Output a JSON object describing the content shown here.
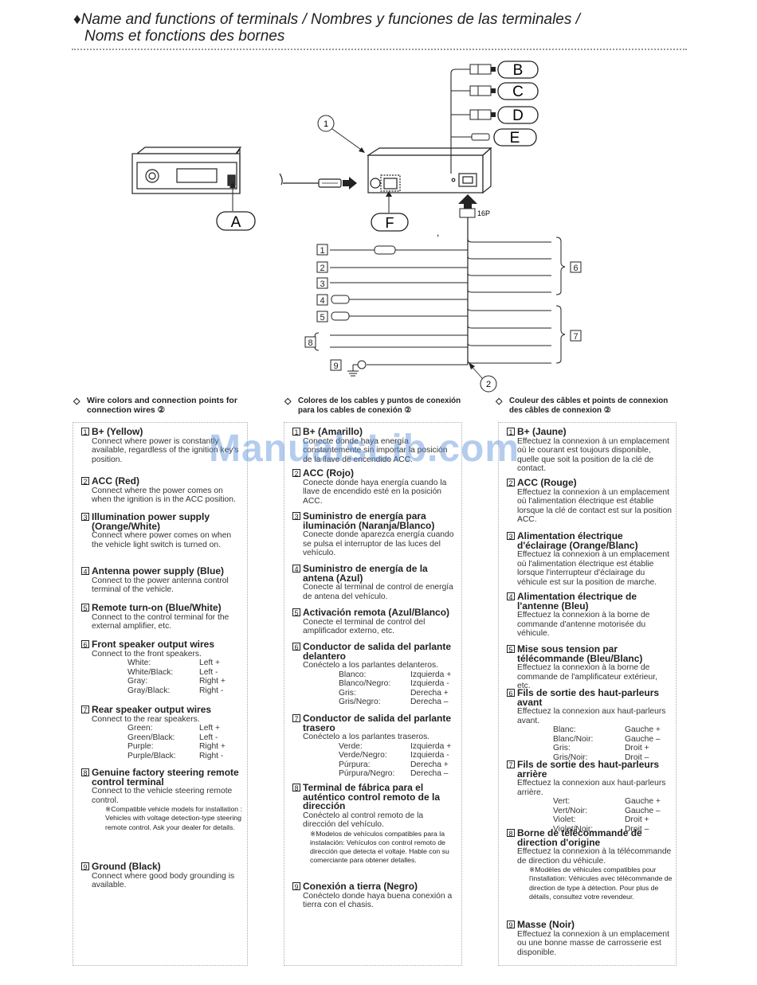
{
  "title_line1": "Name and functions of terminals / Nombres y funciones de las terminales /",
  "title_line2": "Noms et fonctions des bornes",
  "title_bullet": "♦",
  "diagram": {
    "conn_B": "B",
    "conn_C": "C",
    "conn_D": "D",
    "conn_E": "E",
    "label_A": "A",
    "label_F": "F",
    "callout_1": "1",
    "callout_2": "2",
    "pins": "16P",
    "n1": "1",
    "n2": "2",
    "n3": "3",
    "n4": "4",
    "n5": "5",
    "n6": "6",
    "n7": "7",
    "n8": "8",
    "n9": "9"
  },
  "watermark": "ManualsLib.com",
  "en": {
    "heading": "Wire colors and connection points for connection wires ②",
    "items": [
      {
        "num": "1",
        "title": "B+ (Yellow)",
        "desc": "Connect where power is constantly available, regardless of the ignition key's position."
      },
      {
        "num": "2",
        "title": "ACC (Red)",
        "desc": "Connect where the power comes on when the ignition is in the ACC position."
      },
      {
        "num": "3",
        "title": "Illumination power supply (Orange/White)",
        "desc": "Connect where power comes on when the vehicle light switch is turned on."
      },
      {
        "num": "4",
        "title": "Antenna power supply (Blue)",
        "desc": "Connect to the power antenna control terminal of the vehicle."
      },
      {
        "num": "5",
        "title": "Remote turn-on (Blue/White)",
        "desc": "Connect to the control terminal for the external amplifier, etc."
      },
      {
        "num": "6",
        "title": "Front speaker output wires",
        "desc": "Connect to the front speakers.",
        "wires": [
          [
            "White:",
            "Left +"
          ],
          [
            "White/Black:",
            "Left -"
          ],
          [
            "Gray:",
            "Right +"
          ],
          [
            "Gray/Black:",
            "Right -"
          ]
        ]
      },
      {
        "num": "7",
        "title": "Rear speaker output wires",
        "desc": "Connect to the rear speakers.",
        "wires": [
          [
            "Green:",
            "Left +"
          ],
          [
            "Green/Black:",
            "Left -"
          ],
          [
            "Purple:",
            "Right +"
          ],
          [
            "Purple/Black:",
            "Right -"
          ]
        ]
      },
      {
        "num": "8",
        "title": "Genuine factory steering remote control terminal",
        "desc": "Connect to the vehicle steering remote control.",
        "note": "※Compatible vehicle models for installation : Vehicles with voltage detection-type steering remote control. Ask your dealer for details."
      },
      {
        "num": "9",
        "title": "Ground (Black)",
        "desc": "Connect where good body grounding is available."
      }
    ]
  },
  "es": {
    "heading": "Colores de los cables y puntos de conexión para los cables de conexión ②",
    "items": [
      {
        "num": "1",
        "title": "B+ (Amarillo)",
        "desc": "Conecte donde haya energía constantemente sin importar la posición de la llave de encendido ACC."
      },
      {
        "num": "2",
        "title": "ACC (Rojo)",
        "desc": "Conecte donde haya energía cuando la llave de encendido esté en la posición ACC."
      },
      {
        "num": "3",
        "title": "Suministro de energía para iluminación (Naranja/Blanco)",
        "desc": "Conecte donde aparezca energía cuando se pulsa el interruptor de las luces del vehículo."
      },
      {
        "num": "4",
        "title": "Suministro de energía de la antena (Azul)",
        "desc": "Conecte al terminal de control de energía de antena del vehículo."
      },
      {
        "num": "5",
        "title": "Activación remota (Azul/Blanco)",
        "desc": "Conecte el terminal de control del amplificador externo, etc."
      },
      {
        "num": "6",
        "title": "Conductor de salida del parlante delantero",
        "desc": "Conéctelo a los parlantes delanteros.",
        "wires": [
          [
            "Blanco:",
            "Izquierda +"
          ],
          [
            "Blanco/Negro:",
            "Izquierda -"
          ],
          [
            "Gris:",
            "Derecha +"
          ],
          [
            "Gris/Negro:",
            "Derecha –"
          ]
        ]
      },
      {
        "num": "7",
        "title": "Conductor de salida del parlante trasero",
        "desc": "Conéctelo a los parlantes traseros.",
        "wires": [
          [
            "Verde:",
            "Izquierda +"
          ],
          [
            "Verde/Negro:",
            "Izquierda -"
          ],
          [
            "Púrpura:",
            "Derecha +"
          ],
          [
            "Púrpura/Negro:",
            "Derecha –"
          ]
        ]
      },
      {
        "num": "8",
        "title": "Terminal de fábrica para el auténtico control remoto de la dirección",
        "desc": "Conéctelo al control remoto de la dirección del vehículo.",
        "note": "※Modelos de vehículos compatibles para la instalación: Vehículos con control remoto de dirección que detecta el voltaje. Hable con su comerciante para obtener detalles."
      },
      {
        "num": "9",
        "title": "Conexión a tierra (Negro)",
        "desc": "Conéctelo donde haya buena conexión a tierra con el chasis."
      }
    ]
  },
  "fr": {
    "heading": "Couleur des câbles et points de connexion des câbles de connexion ②",
    "items": [
      {
        "num": "1",
        "title": "B+ (Jaune)",
        "desc": "Effectuez la connexion à un emplacement où le courant est toujours disponible, quelle que soit la position de la clé de contact."
      },
      {
        "num": "2",
        "title": "ACC (Rouge)",
        "desc": "Effectuez la connexion à un emplacement où l'alimentation électrique est établie lorsque la clé de contact est sur la position ACC."
      },
      {
        "num": "3",
        "title": "Alimentation électrique d'éclairage (Orange/Blanc)",
        "desc": "Effectuez la connexion à un emplacement où l'alimentation électrique est établie lorsque l'interrupteur d'éclairage du véhicule est sur la position de marche."
      },
      {
        "num": "4",
        "title": "Alimentation électrique de l'antenne (Bleu)",
        "desc": "Effectuez la connexion à la borne de commande d'antenne motorisée du véhicule."
      },
      {
        "num": "5",
        "title": "Mise sous tension par télécommande  (Bleu/Blanc)",
        "desc": "Effectuez la connexion à la borne de commande de l'amplificateur extérieur, etc."
      },
      {
        "num": "6",
        "title": "Fils de sortie des haut-parleurs avant",
        "desc": "Effectuez la connexion aux haut-parleurs avant.",
        "wires": [
          [
            "Blanc:",
            "Gauche +"
          ],
          [
            "Blanc/Noir:",
            "Gauche –"
          ],
          [
            "Gris:",
            "Droit +"
          ],
          [
            "Gris/Noir:",
            "Droit –"
          ]
        ]
      },
      {
        "num": "7",
        "title": "Fils de sortie des haut-parleurs arrière",
        "desc": "Effectuez la connexion aux haut-parleurs arrière.",
        "wires": [
          [
            "Vert:",
            "Gauche +"
          ],
          [
            "Vert/Noir:",
            "Gauche –"
          ],
          [
            "Violet:",
            "Droit +"
          ],
          [
            "Violet/Noir:",
            "Droit –"
          ]
        ]
      },
      {
        "num": "8",
        "title": "Borne de télécommande de direction d'origine",
        "desc": "Effectuez la connexion à la télécommande de direction du véhicule.",
        "note": "※Modèles de véhicules compatibles pour l'installation: Véhicules avec télécommande de direction de type à détection. Pour plus de détails, consultez votre revendeur."
      },
      {
        "num": "9",
        "title": "Masse (Noir)",
        "desc": "Effectuez la connexion à un emplacement ou une bonne masse de carrosserie est disponible."
      }
    ]
  }
}
